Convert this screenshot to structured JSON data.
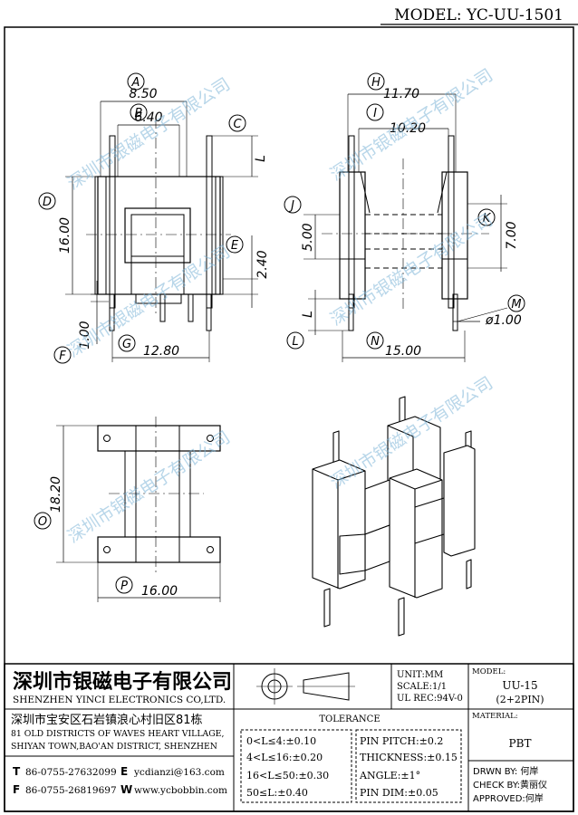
{
  "model_header": "MODEL: YC-UU-1501",
  "watermark": "深圳市银磁电子有限公司",
  "views": {
    "front": {
      "dims": {
        "A": "8.50",
        "B": "6.40",
        "D": "16.00",
        "E": "2.40",
        "F": "1.00",
        "G": "12.80",
        "C": "L"
      },
      "markers": [
        "A",
        "B",
        "C",
        "D",
        "E",
        "F",
        "G"
      ]
    },
    "side": {
      "dims": {
        "H": "11.70",
        "I": "10.20",
        "J": "5.00",
        "K": "7.00",
        "L": "L",
        "M": "ø1.00",
        "N": "15.00"
      },
      "markers": [
        "H",
        "I",
        "J",
        "K",
        "L",
        "M",
        "N"
      ]
    },
    "bottom": {
      "dims": {
        "O": "18.20",
        "P": "16.00"
      },
      "markers": [
        "O",
        "P"
      ]
    }
  },
  "title_block": {
    "company_cn": "深圳市银磁电子有限公司",
    "company_en": "SHENZHEN YINCI ELECTRONICS CO,LTD.",
    "address_cn": "深圳市宝安区石岩镇浪心村旧区81栋",
    "address_en_1": "81 OLD DISTRICTS OF WAVES HEART VILLAGE,",
    "address_en_2": "SHIYAN TOWN,BAO'AN DISTRICT, SHENZHEN",
    "contact": {
      "t_label": "T",
      "t_value": "86-0755-27632099",
      "e_label": "E",
      "e_value": "ycdianzi@163.com",
      "f_label": "F",
      "f_value": "86-0755-26819697",
      "w_label": "W",
      "w_value": "www.ycbobbin.com"
    },
    "unit": "UNIT:MM",
    "scale": "SCALE:1/1",
    "ul_rec": "UL REC:94V-0",
    "model_label": "MODEL:",
    "model_value": "UU-15",
    "model_sub": "(2+2PIN)",
    "material_label": "MATERIAL:",
    "material_value": "PBT",
    "tolerance_title": "TOLERANCE",
    "tolerances": [
      "0<L≤4:±0.10",
      "4<L≤16:±0.20",
      "16<L≤50:±0.30",
      "50≤L:±0.40"
    ],
    "specs": [
      "PIN PITCH:±0.2",
      "THICKNESS:±0.15",
      "ANGLE:±1°",
      "PIN DIM:±0.05"
    ],
    "drawn_by": "DRWN BY: 何岸",
    "check_by": "CHECK BY:黄丽仪",
    "approved": "APPROVED:何岸"
  }
}
